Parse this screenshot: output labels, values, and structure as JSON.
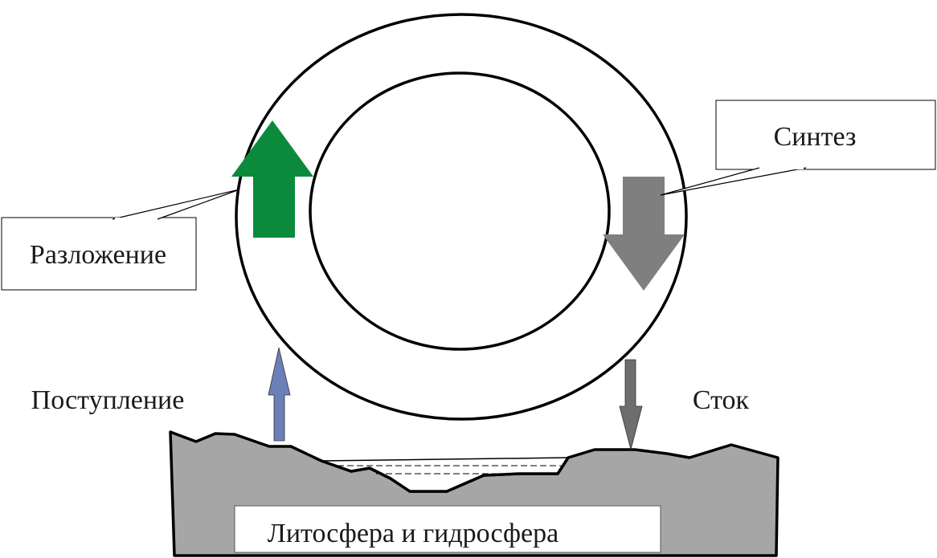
{
  "labels": {
    "synthesis": "Синтез",
    "decomposition": "Разложение",
    "input": "Поступление",
    "runoff": "Сток",
    "lithosphere": "Литосфера и гидросфера"
  },
  "colors": {
    "decomposition_arrow": "#0b8a3c",
    "synthesis_arrow": "#7f7f7f",
    "input_arrow": "#6b7fb8",
    "runoff_arrow": "#6e6e6e",
    "ground": "#a6a6a6",
    "outline": "#000000",
    "background": "#ffffff"
  }
}
